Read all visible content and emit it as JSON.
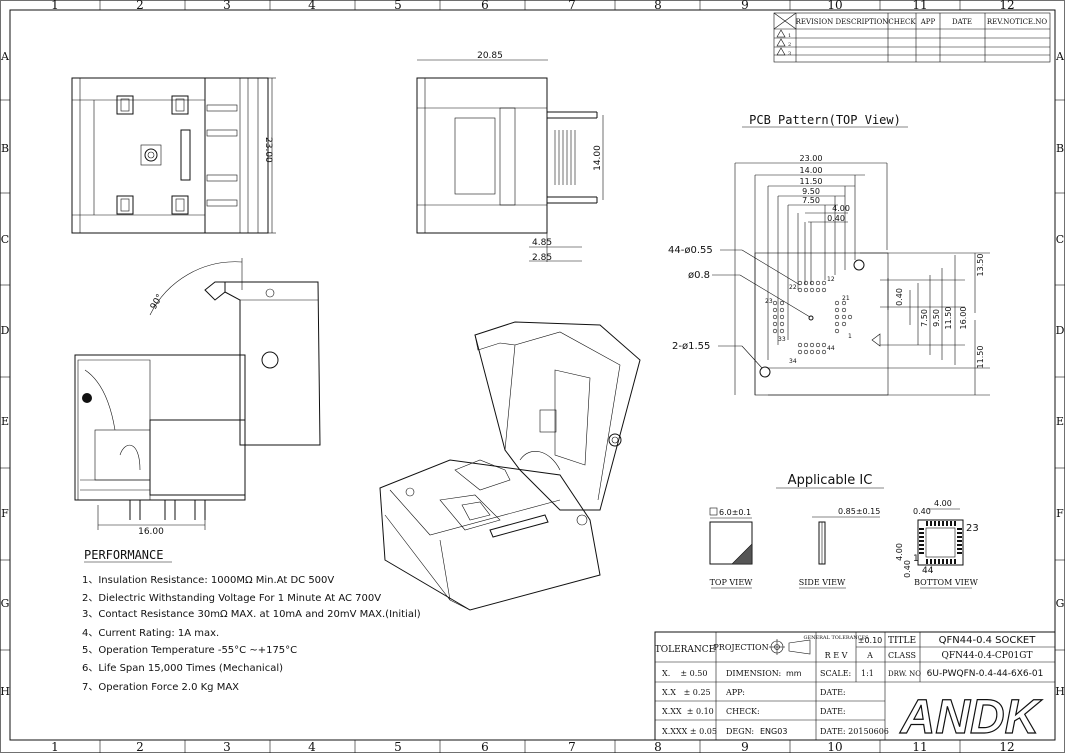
{
  "grid": {
    "columns": [
      "1",
      "2",
      "3",
      "4",
      "5",
      "6",
      "7",
      "8",
      "9",
      "10",
      "11",
      "12"
    ],
    "rows": [
      "A",
      "B",
      "C",
      "D",
      "E",
      "F",
      "G",
      "H"
    ]
  },
  "revision_table": {
    "headers": [
      "REVISION DESCRIPTION",
      "CHECK",
      "APP",
      "DATE",
      "REV.NOTICE.NO"
    ],
    "rows": [
      "1",
      "2",
      "3"
    ]
  },
  "top_views": {
    "width_23": "23.00",
    "width_2085": "20.85",
    "height_14": "14.00",
    "dim_485": "4.85",
    "dim_285": "2.85",
    "dim_16": "16.00",
    "angle": "90°"
  },
  "pcb": {
    "title": "PCB Pattern(TOP View)",
    "dims_top": [
      "23.00",
      "14.00",
      "11.50",
      "9.50",
      "7.50",
      "4.00",
      "0.40"
    ],
    "dims_right": [
      "13.50",
      "0.40",
      "7.50",
      "9.50",
      "11.50",
      "16.00",
      "11.50"
    ],
    "pad_label": "44-ø0.55",
    "hole_label": "ø0.8",
    "mount_label": "2-ø1.55",
    "pin_labels": [
      "22",
      "12",
      "23",
      "21",
      "33",
      "34",
      "44",
      "1"
    ]
  },
  "applicable_ic": {
    "title": "Applicable IC",
    "body_size": "6.0±0.1",
    "thickness": "0.85±0.15",
    "pitch_top": "4.00",
    "pad_top": "0.40",
    "pitch_side": "4.00",
    "pad_side": "0.40",
    "pin_a": "23",
    "pin_b": "1",
    "pin_c": "44",
    "top_view": "TOP VIEW",
    "side_view": "SIDE VIEW",
    "bottom_view": "BOTTOM VIEW"
  },
  "performance": {
    "title": "PERFORMANCE",
    "items": [
      "1、Insulation Resistance: 1000MΩ Min.At DC 500V",
      "2、Dielectric Withstanding Voltage For 1 Minute At AC 700V",
      "3、Contact Resistance 30mΩ MAX. at 10mA and 20mV MAX.(Initial)",
      "4、Current Rating: 1A max.",
      "5、Operation Temperature -55°C ~+175°C",
      "6、Life Span 15,000 Times (Mechanical)",
      "7、Operation Force 2.0 Kg MAX"
    ]
  },
  "title_block": {
    "tolerance": "TOLERANCE",
    "projection": "PROJECTION",
    "general_tol": "GENERAL TOLERANCES",
    "tol_value": "±0.10",
    "title_label": "TITLE",
    "title_value": "QFN44-0.4 SOCKET",
    "rev_label": "R E V",
    "rev_value": "A",
    "class_label": "CLASS",
    "class_value": "QFN44-0.4-CP01GT",
    "tol_rows": [
      "X.    ± 0.50",
      "X.X   ± 0.25",
      "X.XX  ± 0.10",
      "X.XXX ± 0.05"
    ],
    "dimension_label": "DIMENSION:",
    "dimension_unit": "mm",
    "scale_label": "SCALE:",
    "scale_value": "1:1",
    "drw_label": "DRW. NO",
    "drw_value": "6U-PWQFN-0.4-44-6X6-01",
    "app_label": "APP:",
    "date_label": "DATE:",
    "check_label": "CHECK:",
    "desgn_label": "DEGN:",
    "desgn_value": "ENG03",
    "date_value": "DATE: 20150606",
    "logo": "ANDK"
  }
}
